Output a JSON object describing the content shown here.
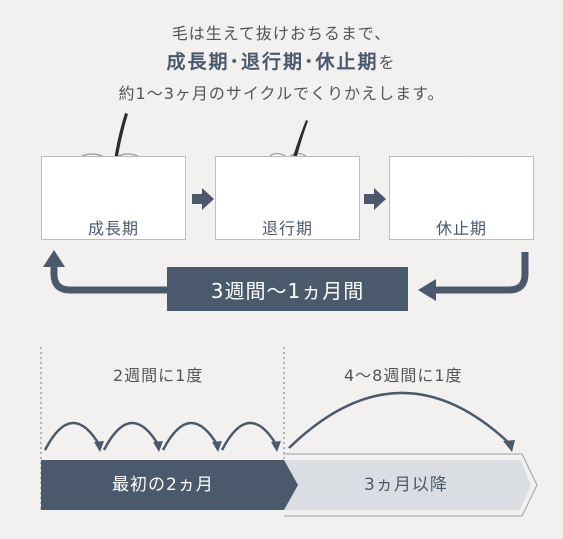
{
  "intro": {
    "line1": "毛は生えて抜けおちるまで、",
    "phases_heading": "成長期･退行期･休止期",
    "particle": "を",
    "line3": "約1～3ヶ月のサイクルでくりかえします。"
  },
  "phases": [
    {
      "label": "成長期"
    },
    {
      "label": "退行期"
    },
    {
      "label": "休止期"
    }
  ],
  "cycle": {
    "label": "3週間～1ヵ月間"
  },
  "timeline": {
    "early_period": "2週間に1度",
    "late_period": "4～8週間に1度",
    "early_stage": "最初の2ヵ月",
    "late_stage": "3ヵ月以降"
  },
  "colors": {
    "primary": "#4a5a6c",
    "light_fill": "#dadde1",
    "background": "#f2f1ef"
  }
}
